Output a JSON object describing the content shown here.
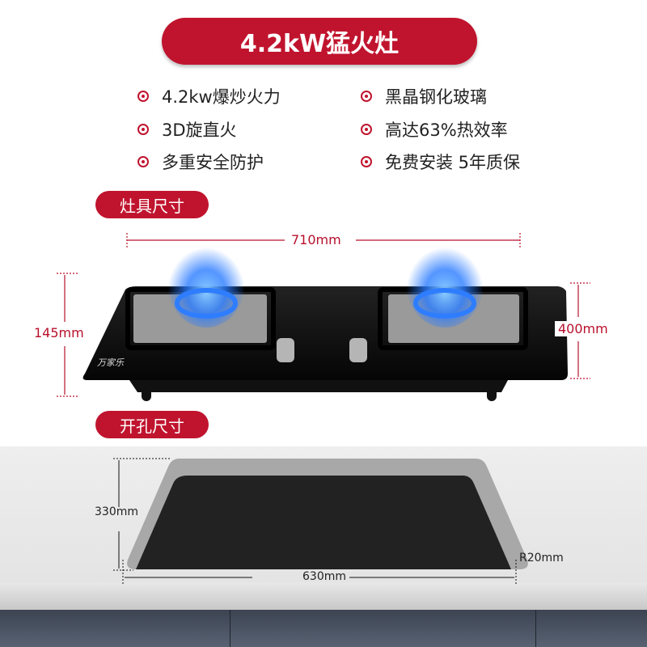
{
  "title": "4.2kW猛火灶",
  "features_left": [
    "4.2kw爆炒火力",
    "3D旋直火",
    "多重安全防护"
  ],
  "features_right": [
    "黑晶钢化玻璃",
    "高达63%热效率",
    "免费安装 5年质保"
  ],
  "section_stove": "灶具尺寸",
  "section_cutout": "开孔尺寸",
  "stove": {
    "width": "710mm",
    "height": "145mm",
    "depth": "400mm",
    "brand": "万家乐"
  },
  "cutout": {
    "width": "630mm",
    "depth": "330mm",
    "radius": "R20mm"
  },
  "colors": {
    "accent": "#c0142e"
  }
}
